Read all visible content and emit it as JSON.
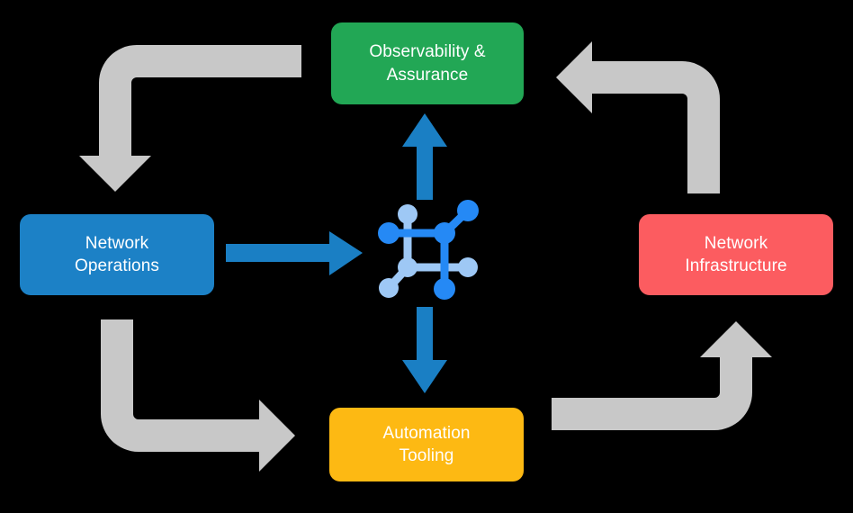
{
  "diagram": {
    "type": "cycle-diagram",
    "background_color": "#000000",
    "title_text": "",
    "center": {
      "icon_name": "network-graph-icon",
      "colors": {
        "primary": "#2589f5",
        "secondary": "#9ec8f5"
      }
    },
    "boxes": [
      {
        "id": "observability",
        "label": "Observability &\nAssurance",
        "color": "#22a755",
        "text_color": "#ffffff",
        "position": "top"
      },
      {
        "id": "operations",
        "label": "Network\nOperations",
        "color": "#1c81c6",
        "text_color": "#ffffff",
        "position": "left"
      },
      {
        "id": "infrastructure",
        "label": "Network\nInfrastructure",
        "color": "#fc5c60",
        "text_color": "#ffffff",
        "position": "right"
      },
      {
        "id": "automation",
        "label": "Automation\nTooling",
        "color": "#fdb913",
        "text_color": "#ffffff",
        "position": "bottom"
      }
    ],
    "blue_arrows": [
      {
        "id": "operations-to-center",
        "direction": "right",
        "color": "#1a7fc4"
      },
      {
        "id": "center-to-observability",
        "direction": "up",
        "color": "#1a7fc4"
      },
      {
        "id": "center-to-automation",
        "direction": "down",
        "color": "#1a7fc4"
      }
    ],
    "gray_arrows": [
      {
        "id": "observability-to-operations",
        "from": "observability",
        "to": "operations",
        "color": "#c8c8c8"
      },
      {
        "id": "operations-to-automation",
        "from": "operations",
        "to": "automation",
        "color": "#c8c8c8"
      },
      {
        "id": "automation-to-infrastructure",
        "from": "automation",
        "to": "infrastructure",
        "color": "#c8c8c8"
      },
      {
        "id": "infrastructure-to-observability",
        "from": "infrastructure",
        "to": "observability",
        "color": "#c8c8c8"
      }
    ]
  }
}
